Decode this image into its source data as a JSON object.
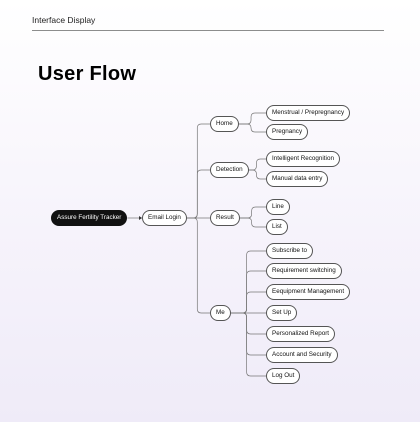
{
  "header": {
    "label": "Interface Display"
  },
  "title": "User Flow",
  "flow": {
    "root": "Assure Fertility Tracker",
    "login": "Email Login",
    "sections": [
      {
        "label": "Home",
        "children": [
          "Menstrual / Prepregnancy",
          "Pregnancy"
        ]
      },
      {
        "label": "Detection",
        "children": [
          "Intelligent Recognition",
          "Manual data entry"
        ]
      },
      {
        "label": "Result",
        "children": [
          "Line",
          "List"
        ]
      },
      {
        "label": "Me",
        "children": [
          "Subscribe to",
          "Requirement switching",
          "Eequipment Management",
          "Set Up",
          "Personalized Report",
          "Account and Security",
          "Log Out"
        ]
      }
    ]
  },
  "colors": {
    "line": "#777777",
    "node_border": "#555555",
    "root_fill": "#111111"
  }
}
